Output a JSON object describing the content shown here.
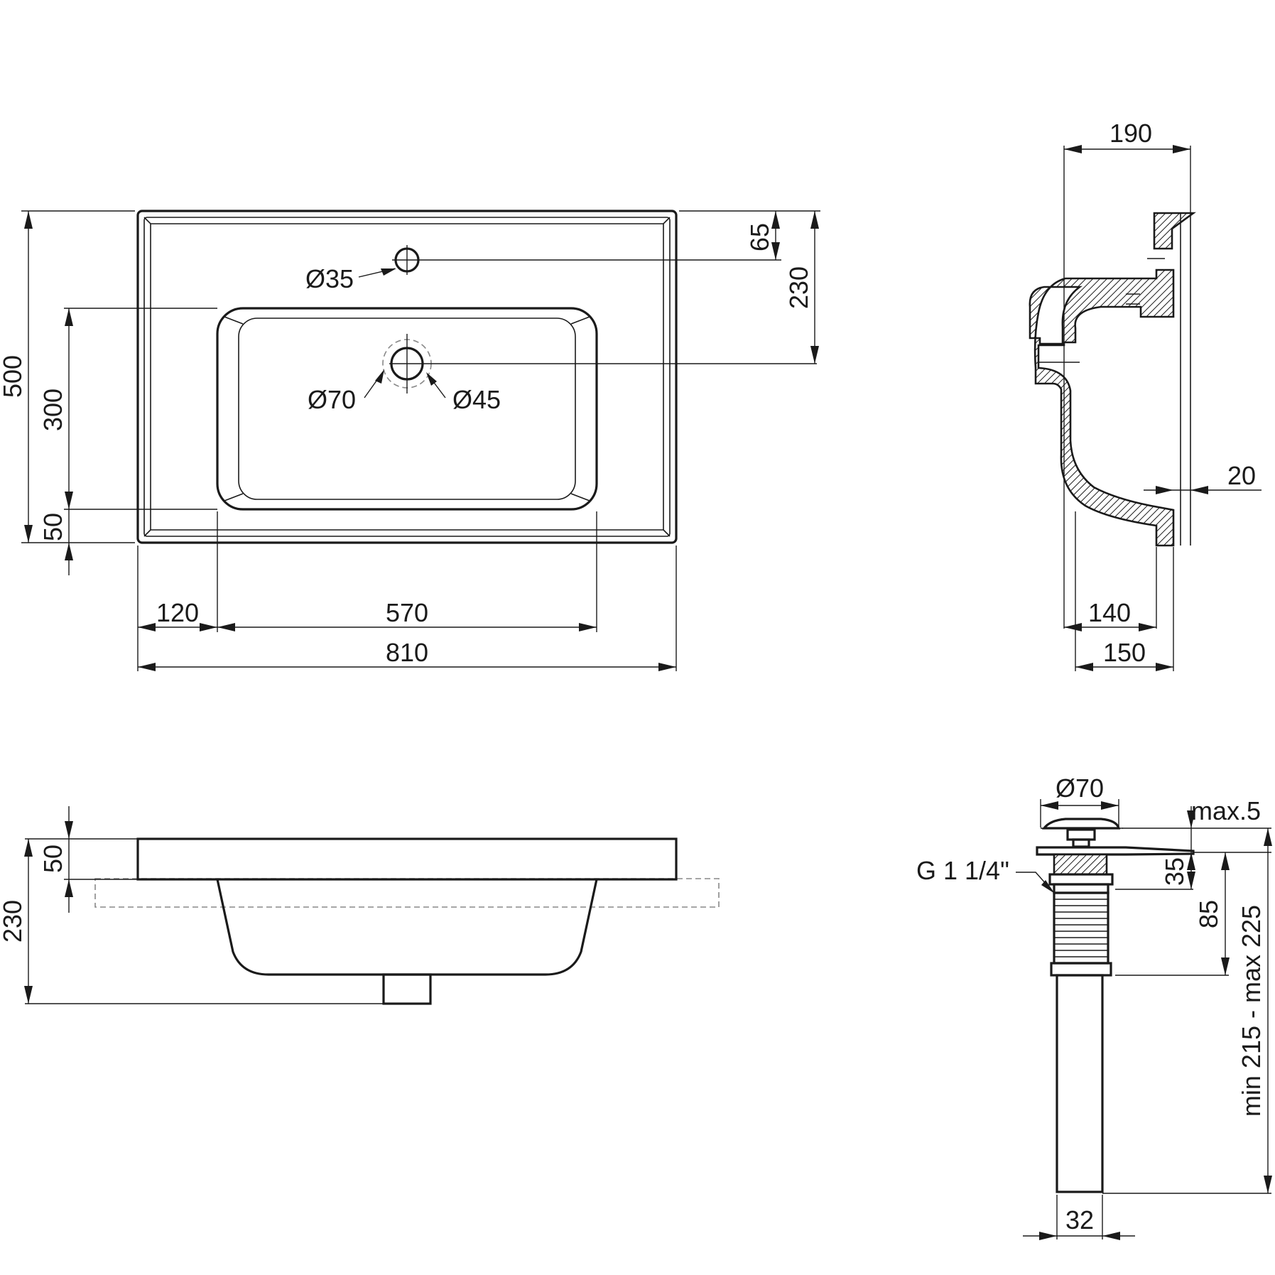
{
  "line_color": "#1a1a1a",
  "hatch_color": "#1a1a1a",
  "hidden_line_color": "#888888",
  "top_view": {
    "hole_tap": "Ø35",
    "hole_outer": "Ø70",
    "hole_drain": "Ø45",
    "dim_65": "65",
    "dim_230": "230",
    "dim_500": "500",
    "dim_300": "300",
    "dim_50": "50",
    "dim_120": "120",
    "dim_570": "570",
    "dim_810": "810"
  },
  "side_section": {
    "dim_190": "190",
    "dim_20": "20",
    "dim_140": "140",
    "dim_150": "150"
  },
  "front_view": {
    "dim_50": "50",
    "dim_230": "230"
  },
  "drain": {
    "dim_d70": "Ø70",
    "dim_max5": "max.5",
    "dim_35": "35",
    "dim_85": "85",
    "dim_range": "min 215 - max 225",
    "thread": "G 1 1/4\"",
    "dim_32": "32"
  }
}
